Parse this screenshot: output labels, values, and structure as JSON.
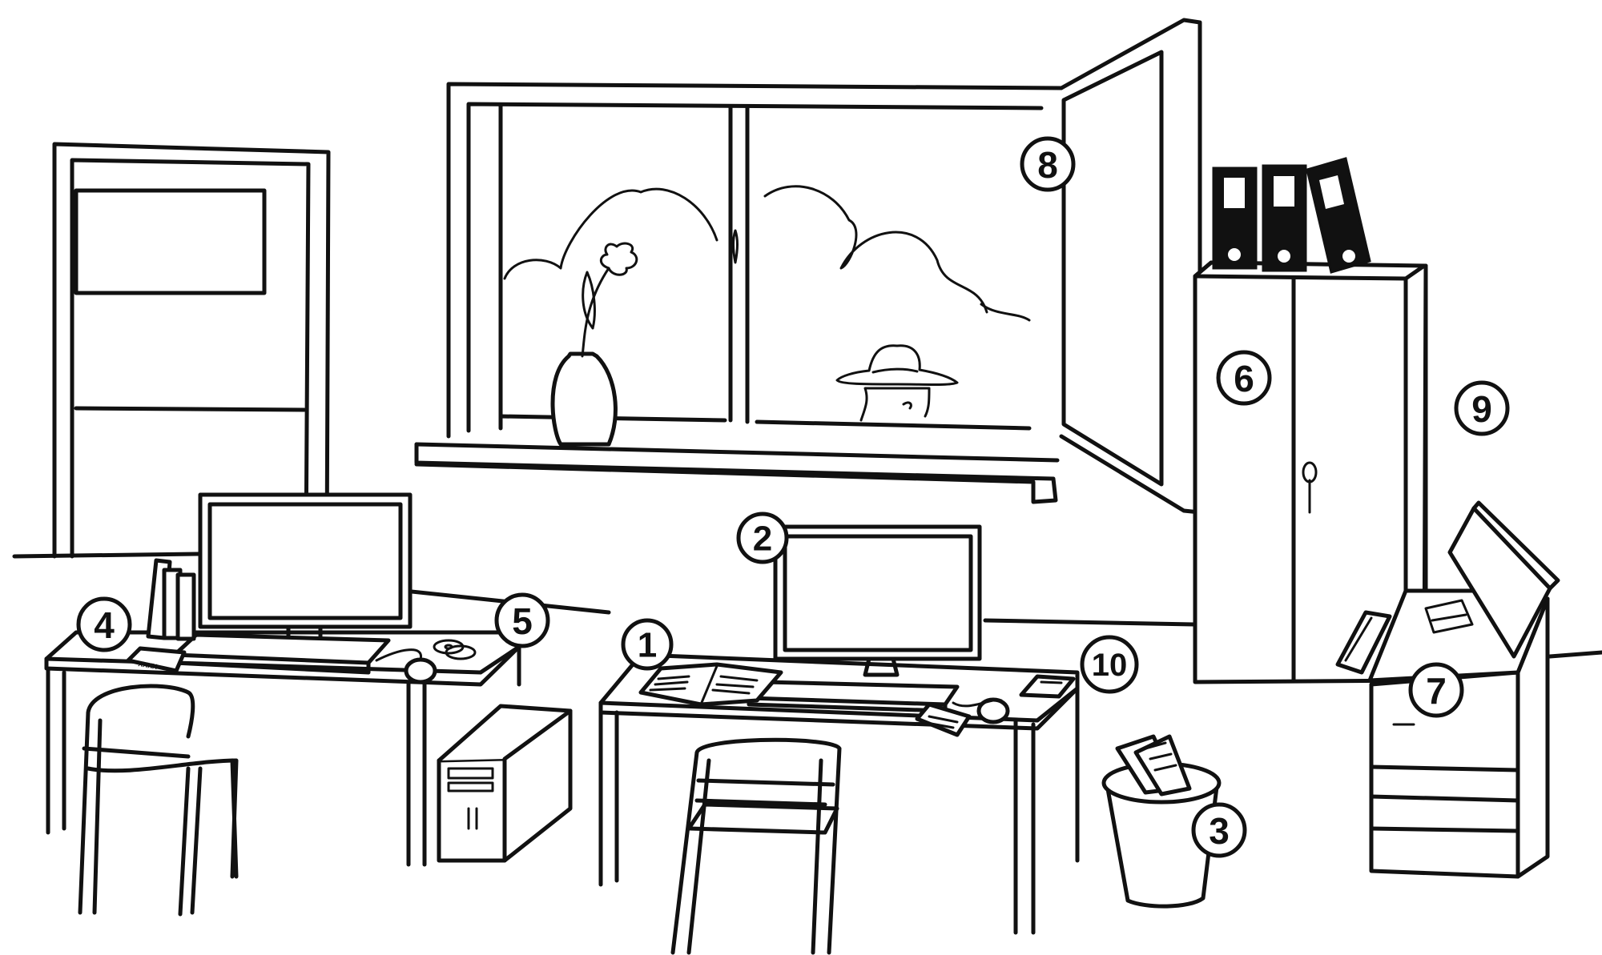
{
  "labels": {
    "desk_notebook": "1",
    "monitor": "2",
    "waste_bin": "3",
    "note_paper": "4",
    "cds": "5",
    "cabinet": "6",
    "printer": "7",
    "window": "8",
    "wall": "9",
    "phone": "10"
  },
  "note_paper_text": "xxxx",
  "colors": {
    "ink": "#111111",
    "paper": "#ffffff"
  }
}
